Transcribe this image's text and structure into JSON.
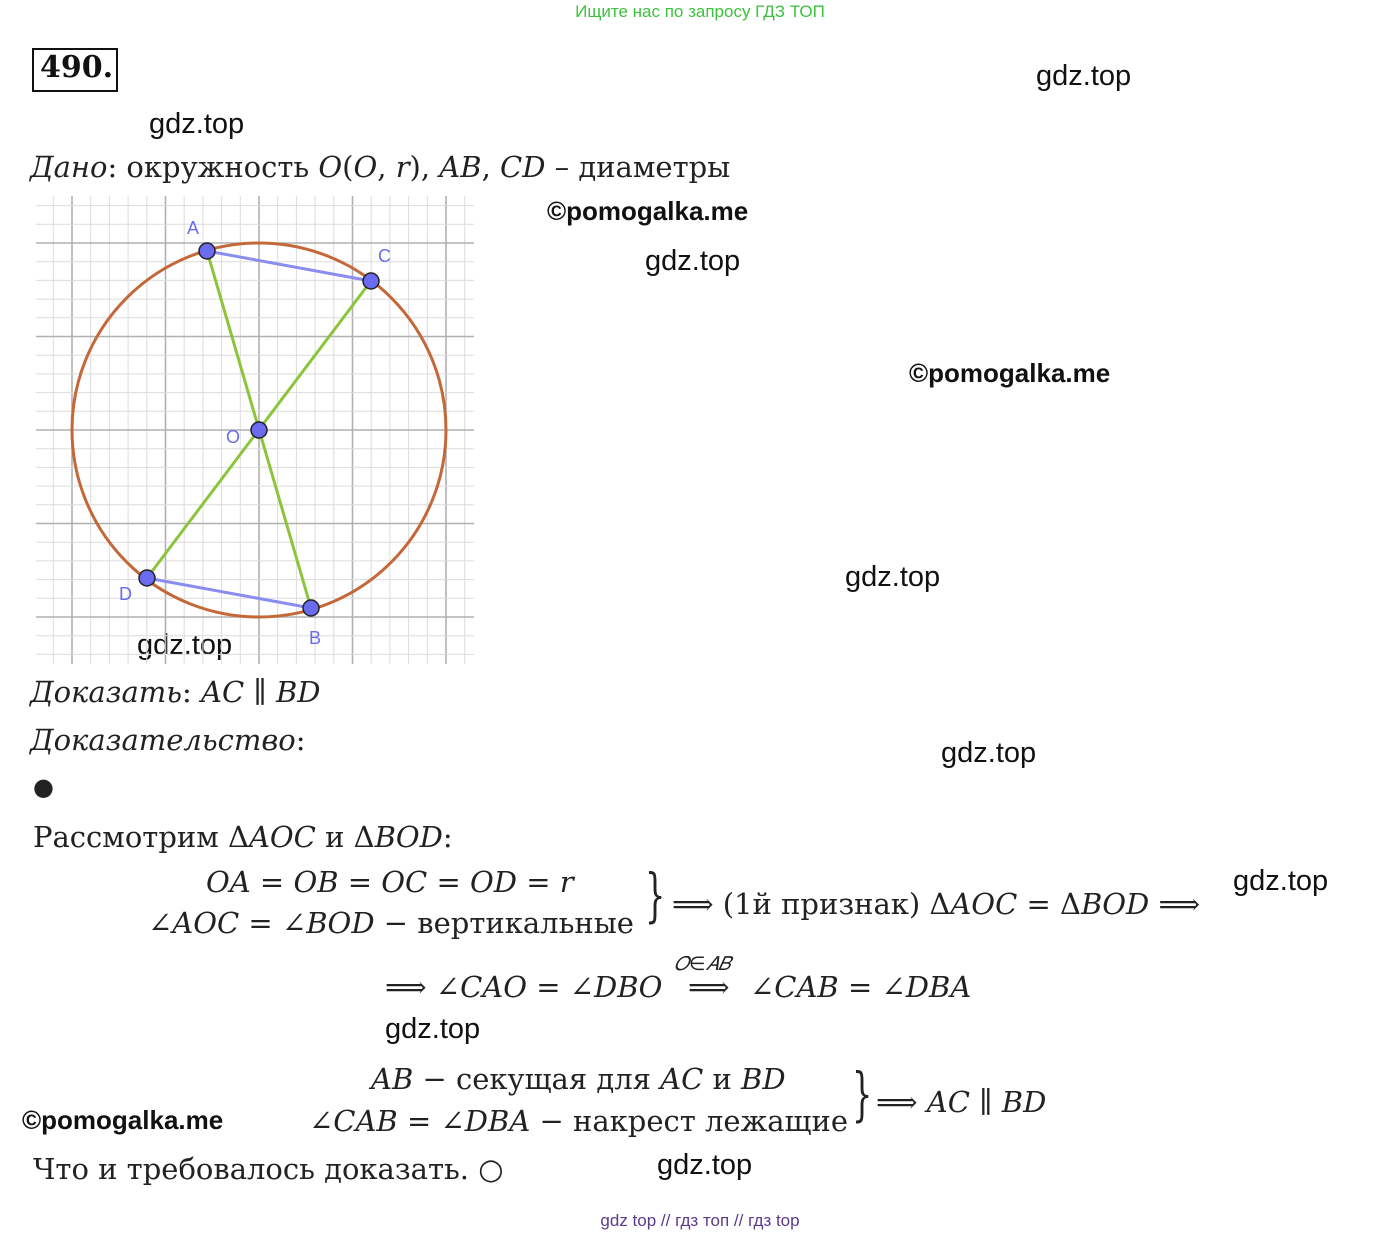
{
  "top_note": "Ищите нас по запросу ГДЗ ТОП",
  "problem_number": "490.",
  "watermarks": {
    "gdz": "gdz.top",
    "pomogalka": "©pomogalka.me"
  },
  "given": {
    "label": "Дано",
    "text": ": окружность 𝑂(𝑂, 𝑟), 𝐴𝐵, 𝐶𝐷 – диаметры"
  },
  "figure": {
    "labels": {
      "A": "A",
      "B": "B",
      "C": "C",
      "D": "D",
      "O": "O"
    },
    "colors": {
      "circle": "#c4683a",
      "diameter": "#8cc43c",
      "chord": "#8a8cf0",
      "point": "#6b6bf0",
      "grid": "#dcdcdc",
      "grid_major": "#b0b0b0"
    }
  },
  "prove": {
    "label": "Доказать",
    "text": ": 𝐴𝐶 ∥ 𝐵𝐷"
  },
  "proof_label": {
    "label": "Доказательство",
    "text": ":"
  },
  "bullet": "●",
  "consider": "Рассмотрим Δ𝐴𝑂𝐶 и Δ𝐵𝑂𝐷:",
  "system1": {
    "line1": "𝑂𝐴 = 𝑂𝐵 = 𝑂𝐶 = 𝑂𝐷 = 𝑟",
    "line2": "∠𝐴𝑂𝐶 = ∠𝐵𝑂𝐷 − вертикальные",
    "result": "⟹ (1й признак) Δ𝐴𝑂𝐶 = Δ𝐵𝑂𝐷 ⟹"
  },
  "step2": {
    "left": "⟹ ∠𝐶𝐴𝑂 = ∠𝐷𝐵𝑂",
    "over": "𝑂∈𝐴𝐵",
    "arrow": "⟹",
    "right": "∠𝐶𝐴𝐵 = ∠𝐷𝐵𝐴"
  },
  "system2": {
    "line1": "𝐴𝐵 − секущая для 𝐴𝐶 и 𝐵𝐷",
    "line2": "∠𝐶𝐴𝐵 = ∠𝐷𝐵𝐴 − накрест лежащие",
    "result": "⟹ 𝐴𝐶 ∥ 𝐵𝐷"
  },
  "conclusion": "Что и требовалось доказать. ○",
  "footer": "gdz top  //  гдз топ  //  гдз top"
}
